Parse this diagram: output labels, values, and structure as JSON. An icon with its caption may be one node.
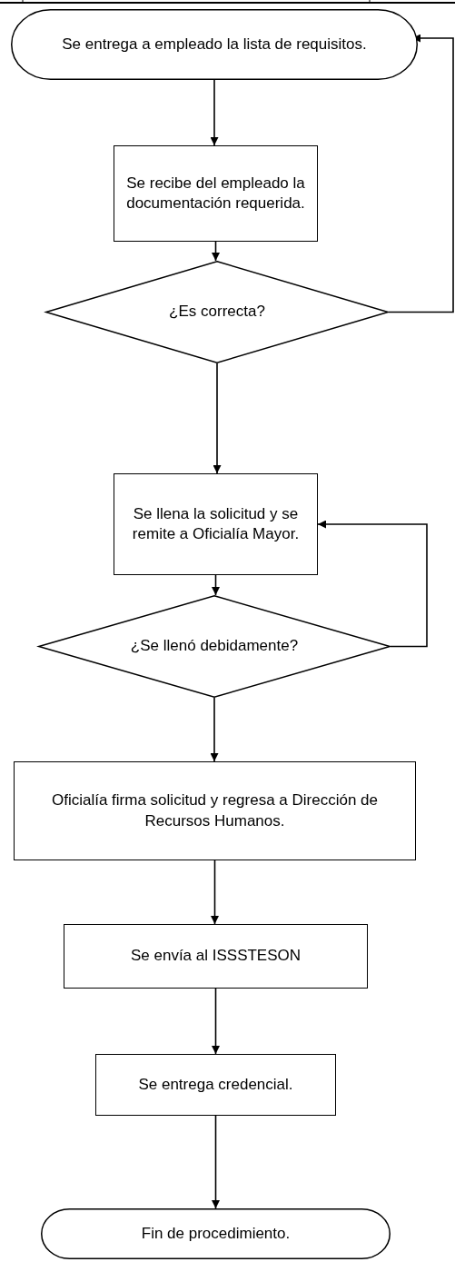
{
  "diagram": {
    "nodes": [
      {
        "text": [
          "Se entrega a empleado la lista de requisitos."
        ]
      },
      {
        "text": [
          "Se recibe del empleado la documentación requerida."
        ]
      },
      {
        "text": [
          "¿Es correcta?"
        ]
      },
      {
        "text": [
          "Se llena la solicitud y se remite a Oficialía Mayor."
        ]
      },
      {
        "text": [
          "¿Se llenó debidamente?"
        ]
      },
      {
        "text": [
          "Oficialía firma solicitud y regresa a Dirección de Recursos Humanos."
        ]
      },
      {
        "text": [
          "Se envía al ISSSTESON"
        ]
      },
      {
        "text": [
          "Se entrega credencial."
        ]
      },
      {
        "text": [
          "Fin de procedimiento."
        ]
      }
    ],
    "edges": [
      {
        "from": 0,
        "to": 1,
        "arrow": "to"
      },
      {
        "from": 1,
        "to": 2,
        "arrow": "to"
      },
      {
        "from": 2,
        "to": 3,
        "arrow": "to"
      },
      {
        "from": 2,
        "to": 0,
        "arrow": "to"
      },
      {
        "from": 3,
        "to": 4,
        "arrow": "to"
      },
      {
        "from": 4,
        "to": 3,
        "arrow": "to"
      },
      {
        "from": 4,
        "to": 5,
        "arrow": "to"
      },
      {
        "from": 5,
        "to": 6,
        "arrow": "to"
      },
      {
        "from": 6,
        "to": 7,
        "arrow": "to"
      },
      {
        "from": 7,
        "to": 8,
        "arrow": "to"
      }
    ]
  }
}
